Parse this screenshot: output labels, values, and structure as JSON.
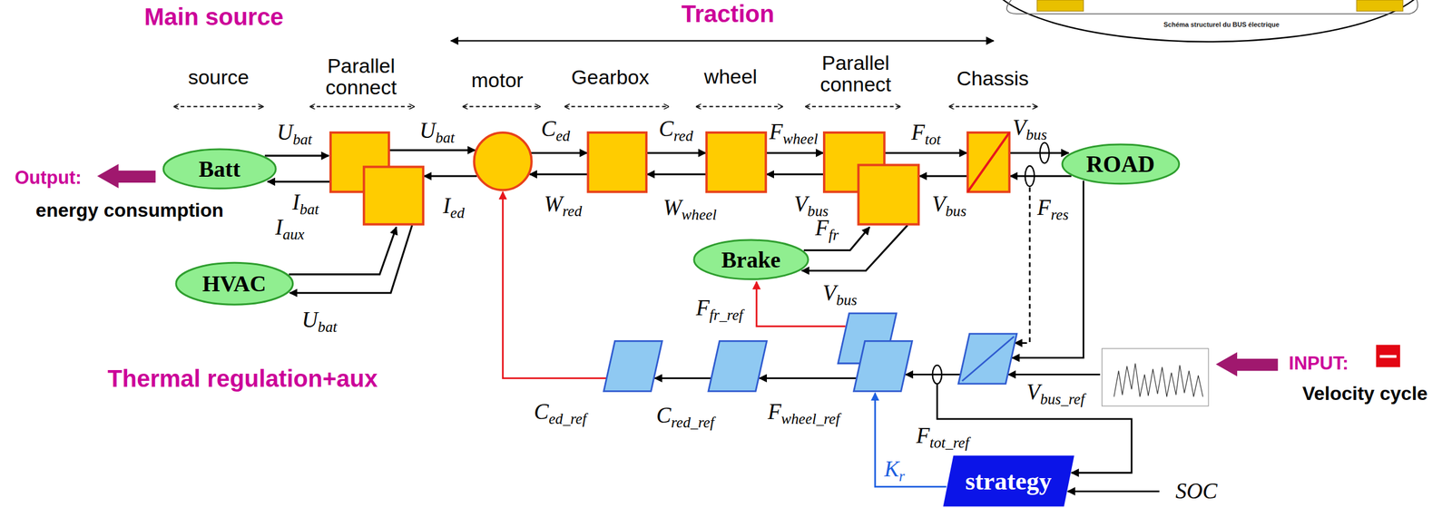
{
  "diagram": {
    "nodes": [
      {
        "text": [
          "Batt"
        ]
      },
      {
        "text": [
          "ROAD"
        ]
      },
      {
        "text": [
          "Brake"
        ]
      },
      {
        "text": [
          "HVAC"
        ]
      },
      {
        "text": [
          "strategy"
        ]
      }
    ],
    "labels": [
      "Main source",
      "Traction",
      "Schéma structurel du BUS électrique",
      "source",
      "Parallel connect",
      "motor",
      "Gearbox",
      "wheel",
      "Parallel connect",
      "Chassis",
      "Ubat",
      "Ubat",
      "Ced",
      "Cred",
      "Fwheel",
      "Ftot",
      "Vbus",
      "Output:",
      "Ibat",
      "Iaux",
      "Ied",
      "Wred",
      "Wwheel",
      "Vbus",
      "Vbus",
      "Fres",
      "energy consumption",
      "Ffr",
      "Vbus",
      "Ubat",
      "Ffr_ref",
      "Thermal regulation+aux",
      "INPUT:",
      "Velocity cycle",
      "Ced_ref",
      "Cred_ref",
      "Fwheel_ref",
      "Vbus_ref",
      "Ftot_ref",
      "Kr",
      "SOC"
    ]
  }
}
